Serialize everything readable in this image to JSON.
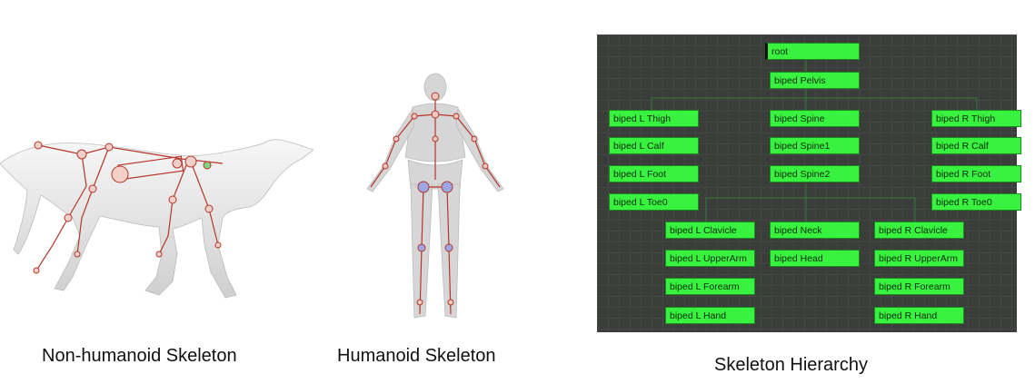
{
  "captions": {
    "non_humanoid": "Non-humanoid Skeleton",
    "humanoid": "Humanoid Skeleton",
    "hierarchy": "Skeleton Hierarchy"
  },
  "hierarchy": {
    "root": "root",
    "pelvis": "biped Pelvis",
    "left_leg": [
      "biped L Thigh",
      "biped L Calf",
      "biped L Foot",
      "biped L Toe0"
    ],
    "spine": [
      "biped Spine",
      "biped Spine1",
      "biped Spine2"
    ],
    "right_leg": [
      "biped R Thigh",
      "biped R Calf",
      "biped R Foot",
      "biped R Toe0"
    ],
    "left_arm": [
      "biped L Clavicle",
      "biped L UpperArm",
      "biped L Forearm",
      "biped L Hand"
    ],
    "neck_head": [
      "biped Neck",
      "biped Head"
    ],
    "right_arm": [
      "biped R Clavicle",
      "biped R UpperArm",
      "biped R Forearm",
      "biped R Hand"
    ]
  },
  "colors": {
    "node_fill": "#39f23f",
    "panel_bg": "#3b3d3b",
    "bone": "#b5352a",
    "mesh": "#e8e8e8"
  }
}
